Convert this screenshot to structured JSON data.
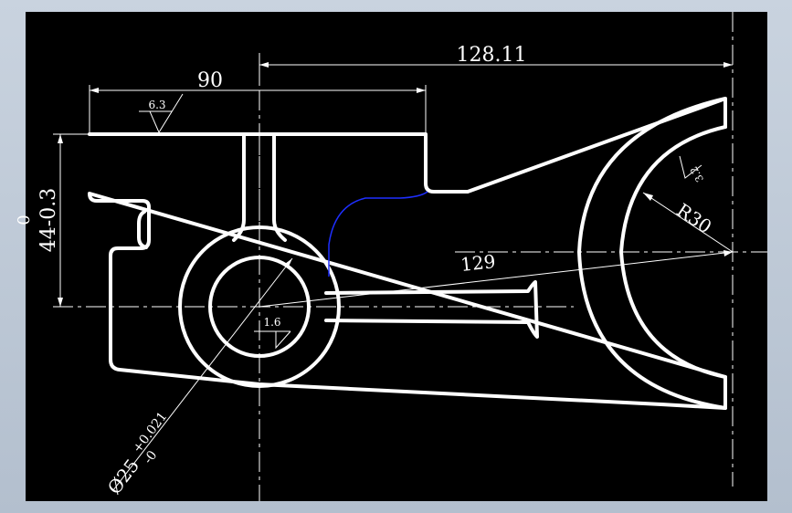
{
  "colors": {
    "background": "#000000",
    "part_outline": "#ffffff",
    "centerline": "#ffffff",
    "dimension": "#ffffff",
    "highlight_curve": "#1e2fff",
    "window_frame": "#b8c3d1"
  },
  "dimensions": {
    "width_overall": "90",
    "offset_to_fork": "128.11",
    "height_label": "44-0.3",
    "height_upper_tol": "0",
    "diagonal_length": "129",
    "fork_radius": "R30",
    "bore_diameter": "Ø25",
    "bore_tol_upper": "+0.021",
    "bore_tol_lower": "-0"
  },
  "surface_finish": {
    "top_face": "6.3",
    "bore": "1.6",
    "fork_face": "3.2"
  }
}
